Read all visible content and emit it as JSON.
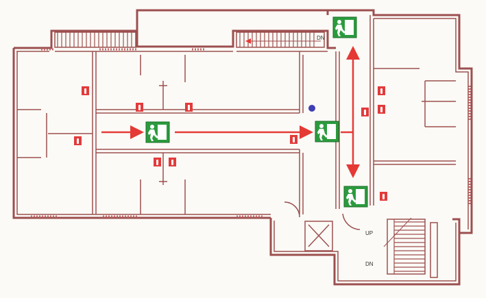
{
  "labels": {
    "dn_top": "DN",
    "up_stair": "UP",
    "dn_stair": "DN"
  },
  "colors": {
    "wall": "#9c4f4f",
    "route": "#e53935",
    "exit_sign": "#2c9b3e",
    "extinguisher": "#e23b3b",
    "you_are_here": "#3f3fb5"
  },
  "icons": {
    "exit_sign": "running-man-exit-icon",
    "extinguisher": "fire-extinguisher-icon",
    "location": "you-are-here-dot-icon"
  }
}
